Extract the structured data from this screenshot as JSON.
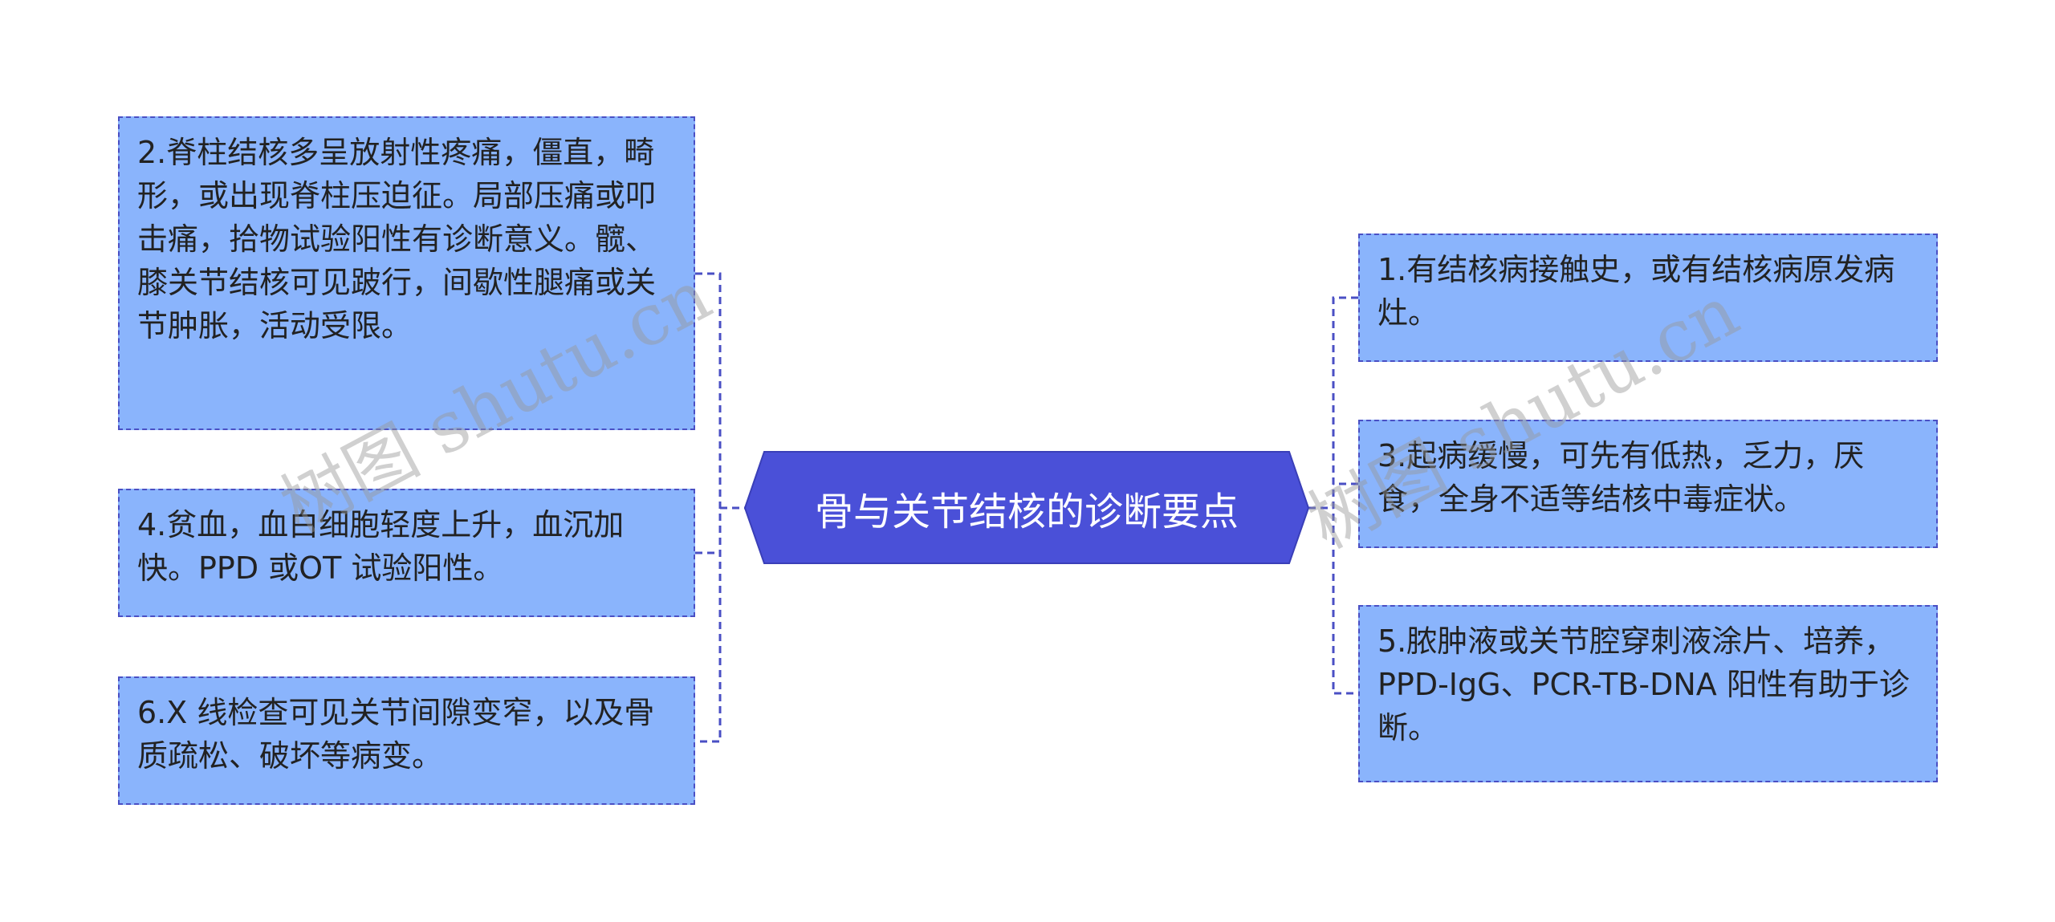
{
  "center": {
    "title": "骨与关节结核的诊断要点"
  },
  "left_nodes": [
    {
      "text": "2.脊柱结核多呈放射性疼痛，僵直，畸形，或出现脊柱压迫征。局部压痛或叩击痛，拾物试验阳性有诊断意义。髋、膝关节结核可见跛行，间歇性腿痛或关节肿胀，活动受限。"
    },
    {
      "text": "4.贫血，血白细胞轻度上升，血沉加快。PPD 或OT 试验阳性。"
    },
    {
      "text": "6.X 线检查可见关节间隙变窄，以及骨质疏松、破坏等病变。"
    }
  ],
  "right_nodes": [
    {
      "text": "1.有结核病接触史，或有结核病原发病灶。"
    },
    {
      "text": "3.起病缓慢，可先有低热，乏力，厌食，全身不适等结核中毒症状。"
    },
    {
      "text": "5.脓肿液或关节腔穿刺液涂片、培养，PPD-IgG、PCR-TB-DNA 阳性有助于诊断。"
    }
  ],
  "watermark": "树图 shutu.cn",
  "colors": {
    "center": "#4a50d8",
    "node_fill": "#8ab4fc",
    "border": "#4a4fc4"
  }
}
